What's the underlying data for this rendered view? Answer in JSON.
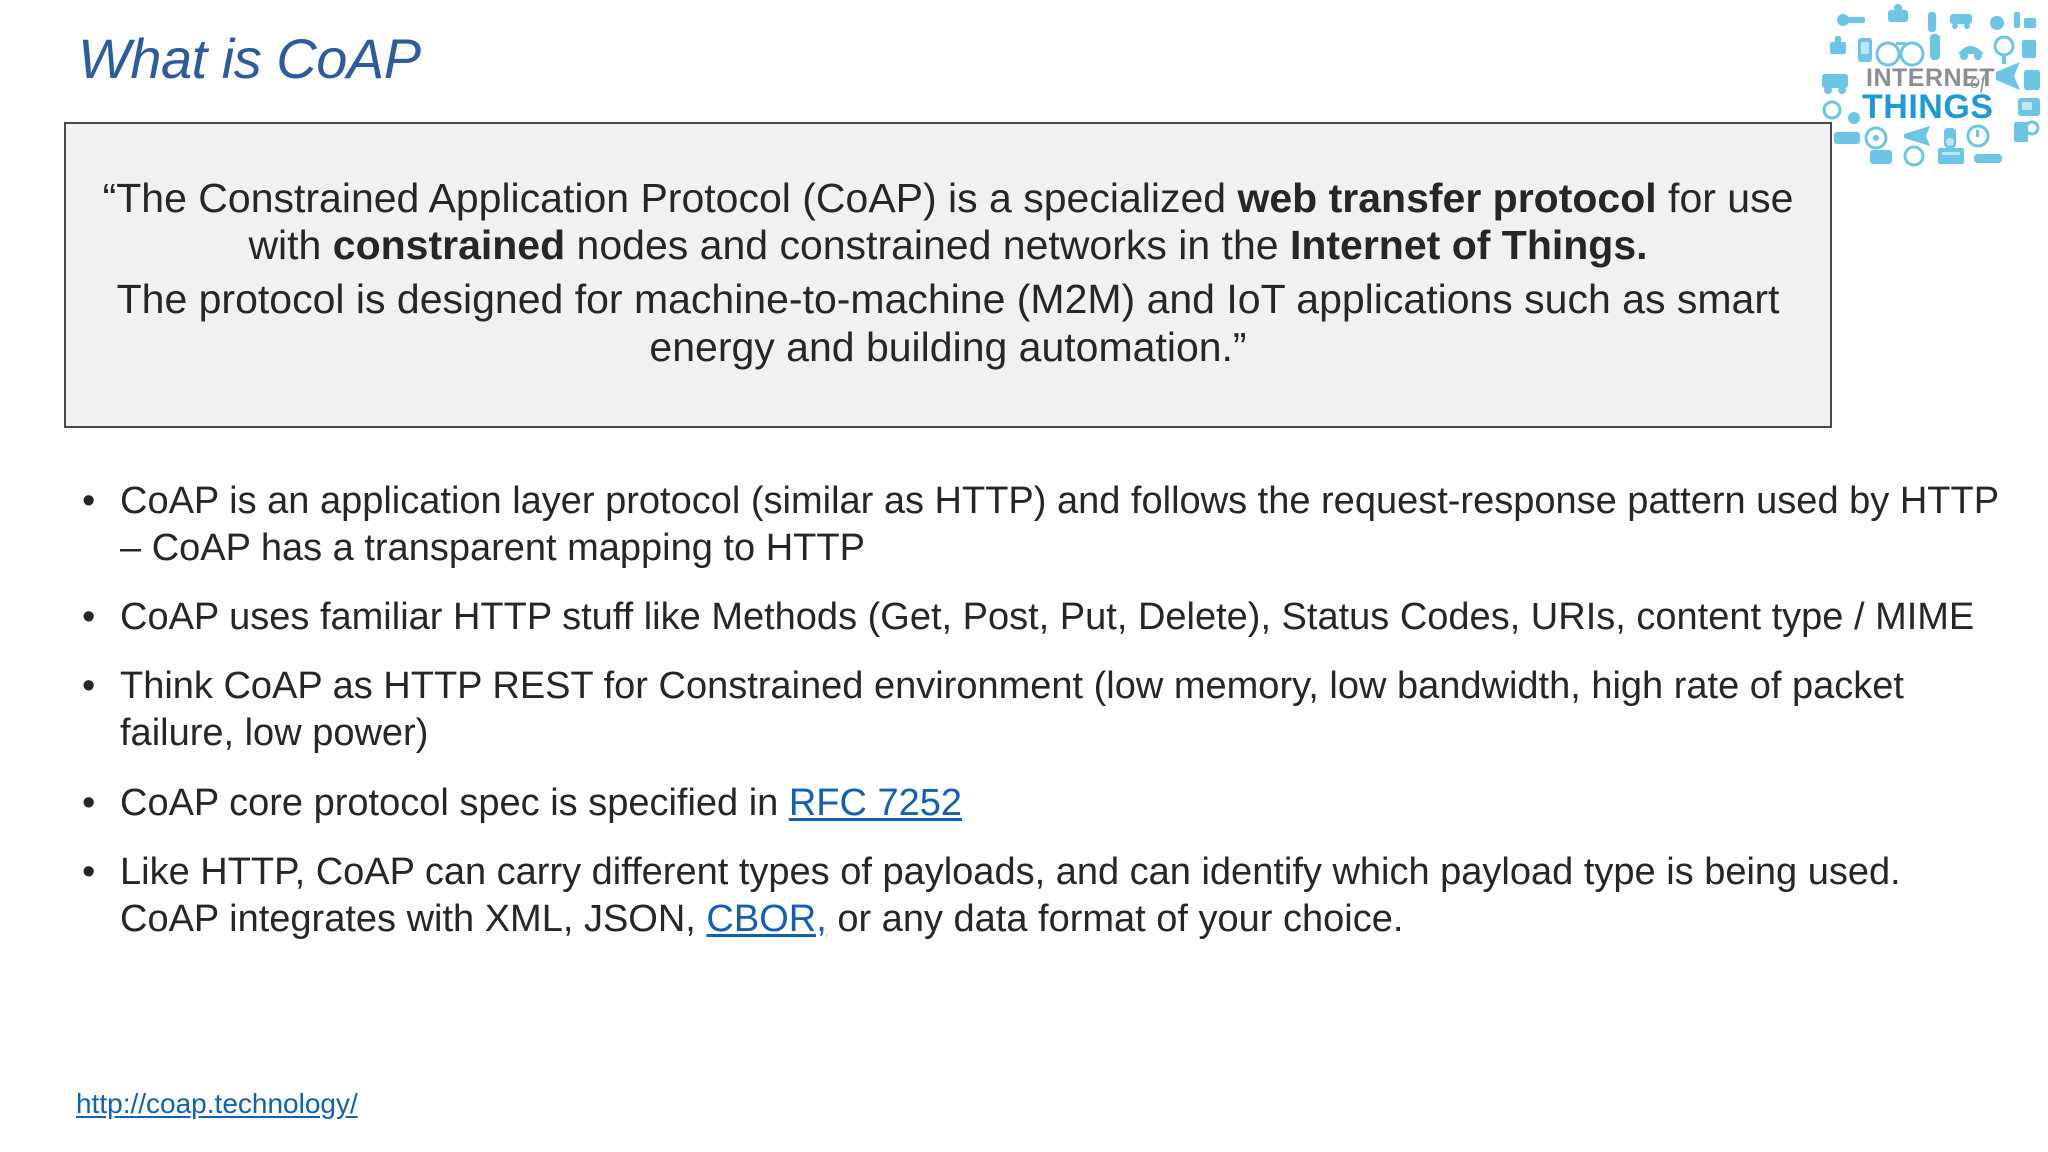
{
  "slide": {
    "title": "What is CoAP",
    "title_color": "#2e5b9e",
    "background_color": "#ffffff",
    "body_text_color": "#262626",
    "link_color": "#1060b8"
  },
  "logo": {
    "name": "internet-of-things-logo",
    "line1": "INTERNET",
    "line1_suffix": "of",
    "line2": "THINGS",
    "line1_color": "#8a8f94",
    "line2_color": "#1c9ad6",
    "icon_color": "#5fc0e0"
  },
  "quote_box": {
    "background_color": "#f1f1f1",
    "border_color": "#4a4a4a",
    "paragraph1": {
      "segments": [
        {
          "text": "“The Constrained Application Protocol (CoAP) is a specialized ",
          "bold": false
        },
        {
          "text": "web transfer protocol",
          "bold": true
        },
        {
          "text": " for use with ",
          "bold": false
        },
        {
          "text": "constrained",
          "bold": true
        },
        {
          "text": " nodes and constrained networks in the ",
          "bold": false
        },
        {
          "text": "Internet of Things.",
          "bold": true
        }
      ]
    },
    "paragraph2": {
      "segments": [
        {
          "text": "The protocol is designed for machine-to-machine (M2M) and IoT applications such as smart energy and building automation.”",
          "bold": false
        }
      ]
    }
  },
  "bullets": {
    "marker": "•",
    "items": [
      {
        "segments": [
          {
            "text": "CoAP is an application layer protocol (similar as HTTP) and follows the request-response pattern used by HTTP – CoAP has a transparent mapping to HTTP",
            "link": false
          }
        ]
      },
      {
        "segments": [
          {
            "text": "CoAP uses familiar HTTP stuff like Methods (Get, Post, Put, Delete), Status Codes, URIs, content type / MIME",
            "link": false
          }
        ]
      },
      {
        "segments": [
          {
            "text": "Think CoAP as HTTP REST for Constrained environment (low memory, low bandwidth, high rate of packet failure, low power)",
            "link": false
          }
        ]
      },
      {
        "segments": [
          {
            "text": "CoAP core protocol spec is specified in ",
            "link": false
          },
          {
            "text": "RFC 7252",
            "link": true
          }
        ]
      },
      {
        "segments": [
          {
            "text": "Like HTTP, CoAP can carry different types of payloads, and can identify which payload type is being used. CoAP integrates with XML, JSON, ",
            "link": false
          },
          {
            "text": "CBOR,",
            "link": true
          },
          {
            "text": " or any data format of your choice.",
            "link": false
          }
        ]
      }
    ]
  },
  "footer": {
    "link_text": "http://coap.technology/"
  }
}
